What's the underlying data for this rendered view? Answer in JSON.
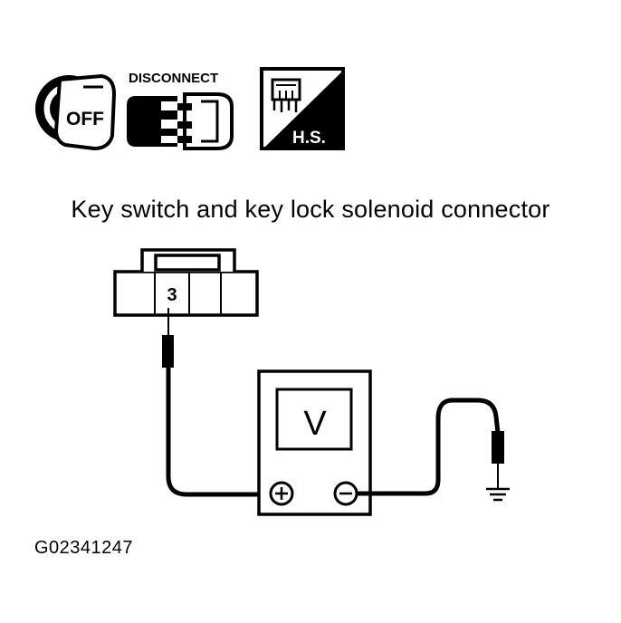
{
  "icons": {
    "ignition_key": {
      "icon": "ignition-key-off-icon",
      "label": "OFF"
    },
    "disconnect": {
      "icon": "disconnect-connector-icon",
      "label": "DISCONNECT"
    },
    "harness_side": {
      "icon": "harness-side-connector-icon",
      "label": "H.S."
    }
  },
  "diagram": {
    "title": "Key switch and key lock solenoid connector",
    "terminal_number": "3",
    "meter_symbol": "V",
    "positive_symbol": "+",
    "negative_symbol": "−"
  },
  "figure_code": "G02341247"
}
